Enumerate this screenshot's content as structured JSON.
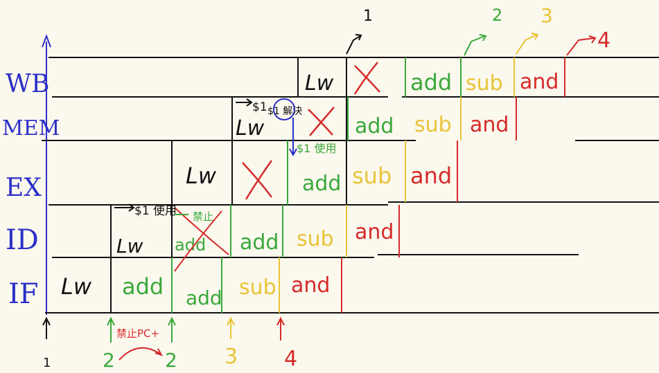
{
  "colors": {
    "ink": "#111111",
    "blue": "#2b2fc7",
    "green": "#3aa83a",
    "yellow": "#e8c438",
    "red": "#d62a2a",
    "paper": "#fbf8ee"
  },
  "stages": {
    "wb": "WB",
    "mem": "MEM",
    "ex": "EX",
    "id": "ID",
    "if": "IF"
  },
  "instr": {
    "lw": "Lw",
    "add": "add",
    "sub": "sub",
    "and": "and"
  },
  "annotations": {
    "dollar1_id": "$1 使用",
    "dollar1_ex": "$1 使用",
    "forward_note": "$1 解決",
    "stall_note": "禁止",
    "pc_note": "禁止PC+",
    "bubble": "X"
  },
  "markers": {
    "top": [
      "1",
      "2",
      "3",
      "4"
    ],
    "bottom": [
      "1",
      "2",
      "2",
      "3",
      "4"
    ]
  }
}
